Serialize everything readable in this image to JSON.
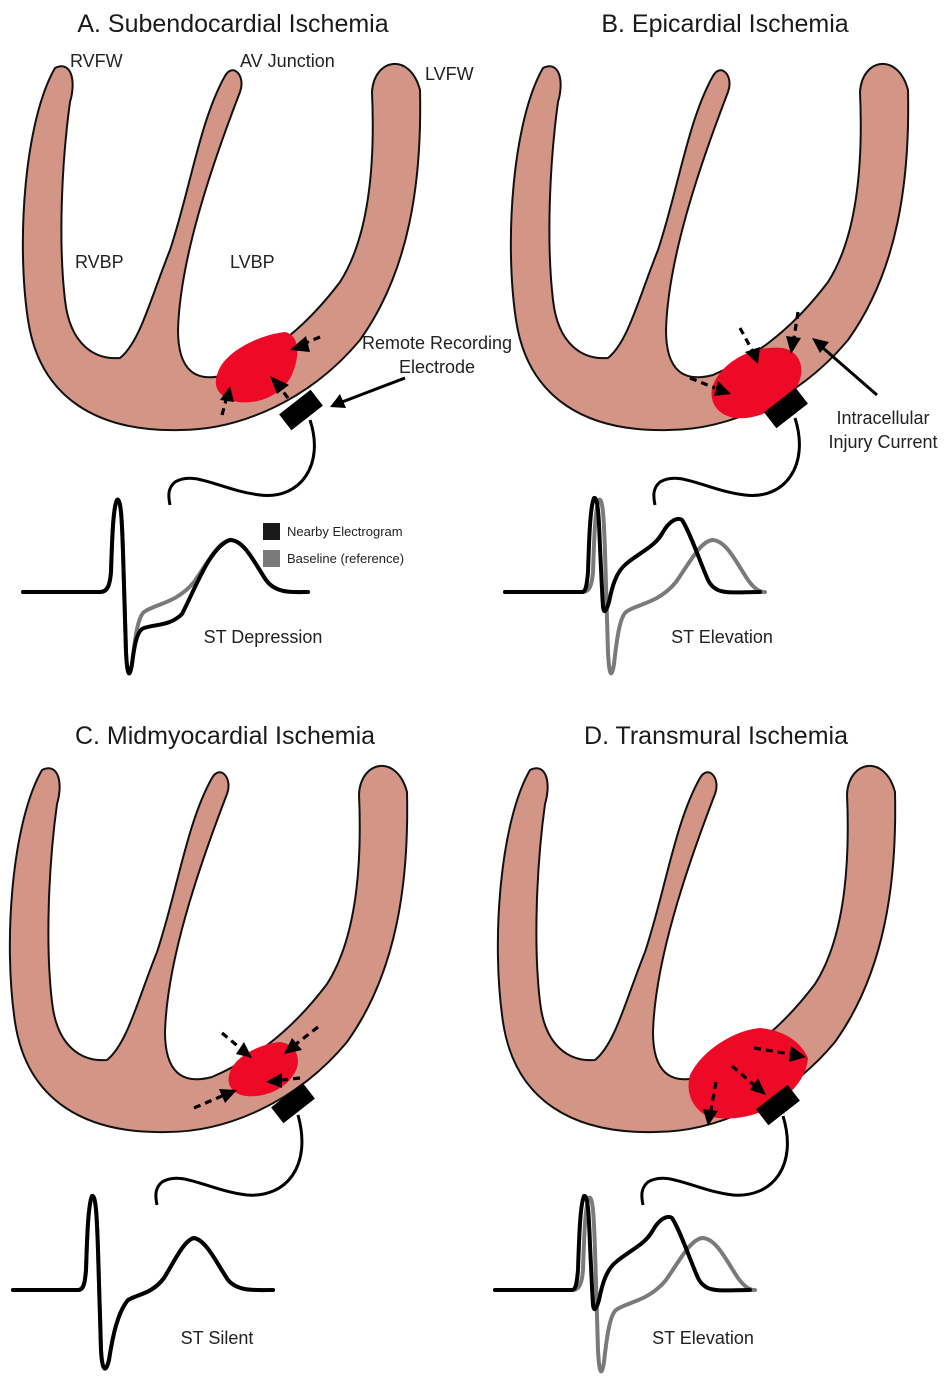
{
  "panels": {
    "a": {
      "title": "A. Subendocardial Ischemia",
      "st_label": "ST Depression"
    },
    "b": {
      "title": "B. Epicardial Ischemia",
      "st_label": "ST Elevation"
    },
    "c": {
      "title": "C. Midmyocardial Ischemia",
      "st_label": "ST Silent"
    },
    "d": {
      "title": "D. Transmural Ischemia",
      "st_label": "ST Elevation"
    }
  },
  "anatomy": {
    "rvfw": "RVFW",
    "av_junction": "AV Junction",
    "lvfw": "LVFW",
    "rvbp": "RVBP",
    "lvbp": "LVBP"
  },
  "annotations": {
    "electrode_line1": "Remote Recording",
    "electrode_line2": "Electrode",
    "current_line1": "Intracellular",
    "current_line2": "Injury Current"
  },
  "legend": [
    {
      "label": "Nearby Electrogram",
      "color": "#1a1a1a"
    },
    {
      "label": "Baseline (reference)",
      "color": "#7a7a7a"
    }
  ],
  "colors": {
    "myocardium": "#d39585",
    "ischemic_region": "#ee0a26",
    "nearby_trace": "#000000",
    "baseline_trace": "#7a7a7a"
  }
}
